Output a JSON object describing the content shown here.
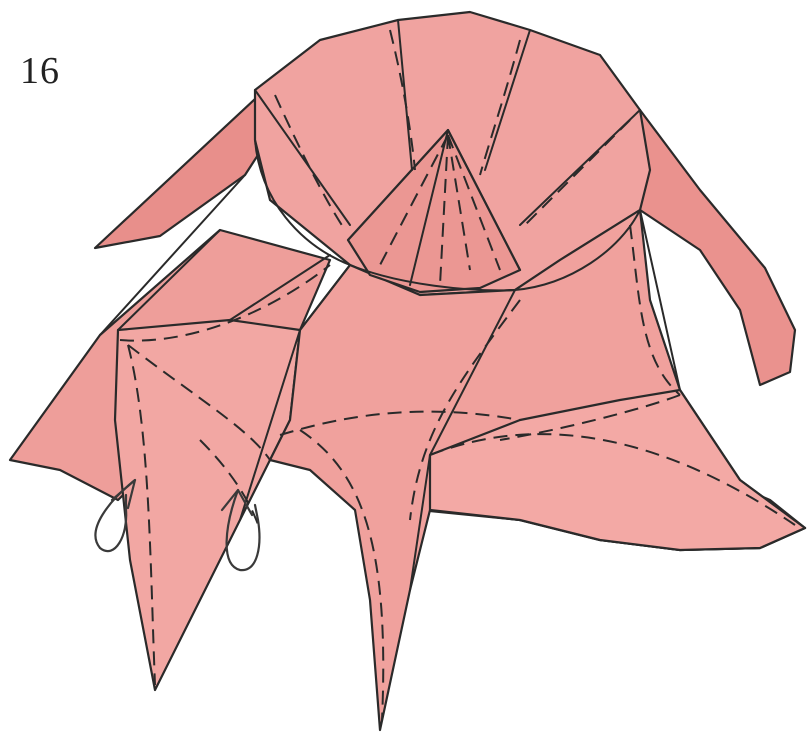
{
  "diagram": {
    "step_number": "16",
    "colors": {
      "paper_front": "#f0a3a0",
      "paper_back": "#e88f8b",
      "paper_shadow": "#df807c",
      "line": "#2a2a2a",
      "background": "#ffffff"
    },
    "icons": [
      "sink-fold-arrow-left",
      "sink-fold-arrow-right"
    ]
  }
}
